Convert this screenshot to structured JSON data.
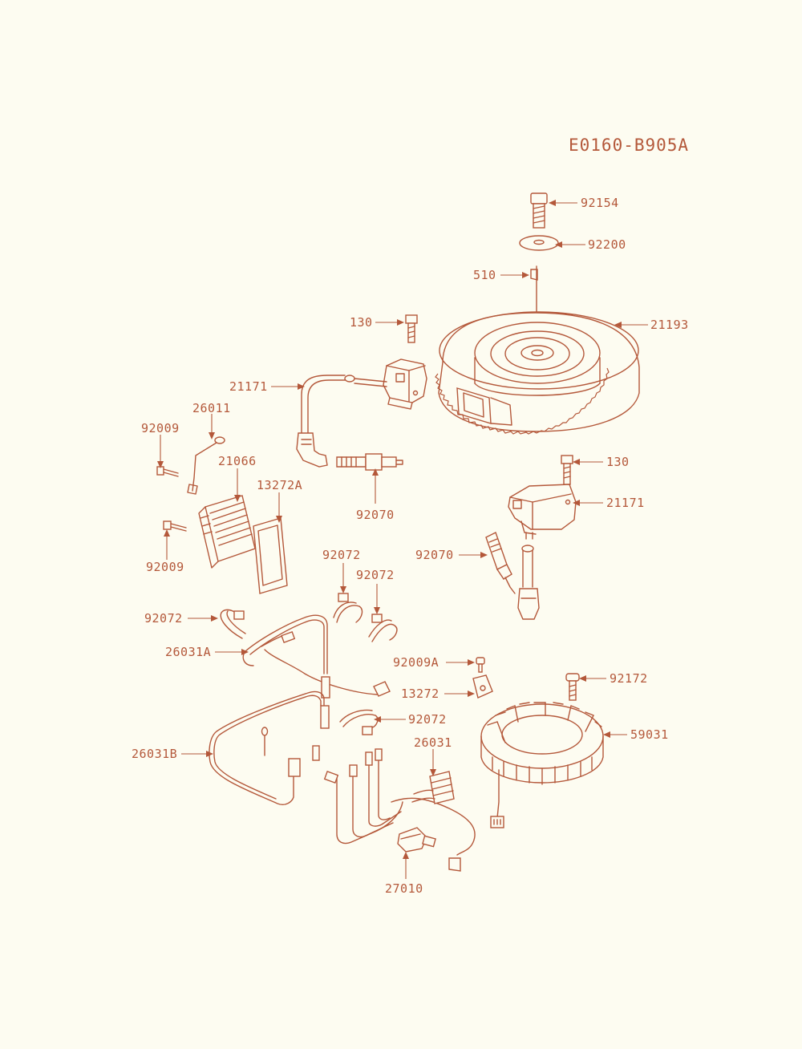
{
  "diagram_code": "E0160-B905A",
  "colors": {
    "background": "#fdfcf1",
    "line": "#b4583a"
  },
  "parts": {
    "bolt_92154": "92154",
    "washer_92200": "92200",
    "key_510": "510",
    "flywheel_21193": "21193",
    "bolt_130_upper": "130",
    "coil_21171_upper": "21171",
    "terminal_26011": "26011",
    "bolt_92009_upper": "92009",
    "regulator_21066": "21066",
    "gasket_13272A": "13272A",
    "spark_plug_cap_92070_upper": "92070",
    "bolt_130_lower": "130",
    "coil_21171_lower": "21171",
    "bolt_92009_lower": "92009",
    "clamp_92072_a": "92072",
    "clamp_92072_b": "92072",
    "plug_cap_92070_lower": "92070",
    "clamp_92072_c": "92072",
    "harness_26031A": "26031A",
    "bolt_92009A": "92009A",
    "plate_13272": "13272",
    "bolt_92172": "92172",
    "clamp_92072_d": "92072",
    "stator_59031": "59031",
    "harness_26031B": "26031B",
    "harness_26031": "26031",
    "switch_27010": "27010"
  }
}
